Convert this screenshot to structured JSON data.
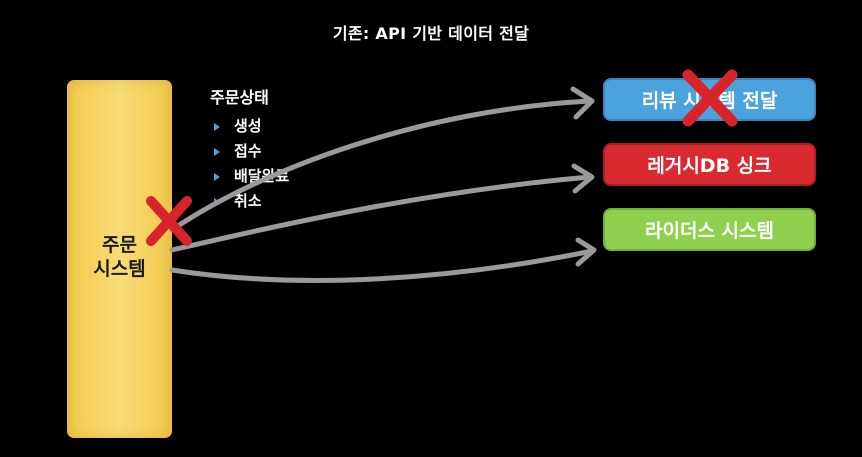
{
  "title": "기존: API 기반 데이터 전달",
  "order_system": {
    "label_line1": "주문",
    "label_line2": "시스템",
    "color": "#f2c94c"
  },
  "order_status": {
    "heading": "주문상태",
    "items": [
      "생성",
      "접수",
      "배달완료",
      "취소"
    ],
    "bullet_color": "#5b9bd5"
  },
  "targets": [
    {
      "label": "리뷰 시스템 전달",
      "color": "#4aa3dc",
      "crossed_out": true
    },
    {
      "label": "레거시DB 싱크",
      "color": "#d92a30",
      "crossed_out": false
    },
    {
      "label": "라이더스 시스템",
      "color": "#8fd14f",
      "crossed_out": false
    }
  ],
  "arrows": {
    "color": "#9a9a9a",
    "style": "hand-drawn"
  },
  "x_marks": {
    "color": "#d9232a",
    "icon": "x-mark-icon"
  }
}
